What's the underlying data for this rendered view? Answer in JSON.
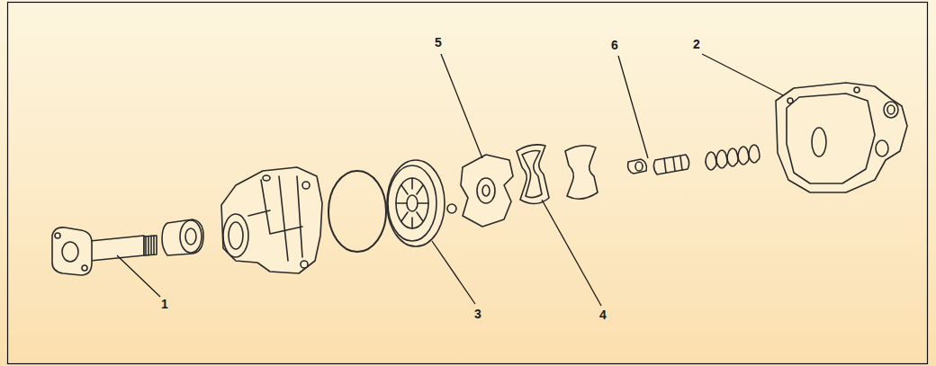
{
  "diagram": {
    "labels": [
      "5",
      "6",
      "2",
      "1",
      "3",
      "4"
    ]
  }
}
